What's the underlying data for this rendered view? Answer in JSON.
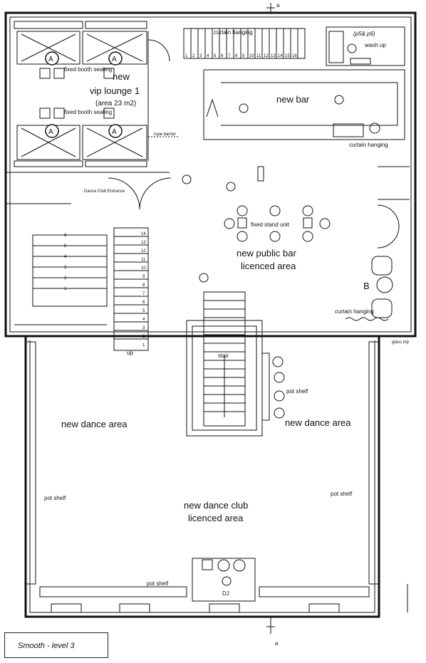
{
  "section_marks": {
    "top": "a",
    "bottom": "a"
  },
  "rooms": {
    "vip_lounge_new": "new",
    "vip_lounge_name": "vip lounge 1",
    "vip_lounge_area": "(area 23 m2)",
    "booth_seating_1": "fixed booth seating",
    "booth_seating_2": "fixed booth seating",
    "booth_marker": "A",
    "rope_barrier": "rope barrier",
    "dance_club_entrance": "Dance Club Entrance",
    "curtain_top": "curtain hanging",
    "curtain_bar": "curtain hanging",
    "curtain_right": "curtain hanging",
    "washup_ref": "(p5& p6)",
    "washup": "wash up",
    "new_bar": "new bar",
    "fixed_stand_unit": "fixed stand unit",
    "public_bar_line1": "new public bar",
    "public_bar_line2": "licenced area",
    "b_marker": "B",
    "stair": "stair",
    "up": "up",
    "pot_shelf_center": "pot shelf",
    "pot_shelf_left": "pot shelf",
    "pot_shelf_right": "pot shelf",
    "pot_shelf_bottom": "pot shelf",
    "dance_area_left": "new dance area",
    "dance_area_right": "new dance area",
    "dance_club_line1": "new dance club",
    "dance_club_line2": "licenced area",
    "dj": "DJ",
    "glass_trip": "glass trip"
  },
  "stair_top_numbers": [
    "1",
    "2",
    "3",
    "4",
    "5",
    "6",
    "7",
    "8",
    "9",
    "10",
    "11",
    "12",
    "13",
    "14",
    "15",
    "16"
  ],
  "stair_mid_numbers": [
    "14",
    "13",
    "12",
    "11",
    "10",
    "9",
    "8",
    "7",
    "6",
    "5",
    "4",
    "3",
    "2",
    "1"
  ],
  "stair_left_numbers": [
    "6",
    "5",
    "4",
    "3",
    "2",
    "1"
  ],
  "title_block": "Smooth - level 3"
}
